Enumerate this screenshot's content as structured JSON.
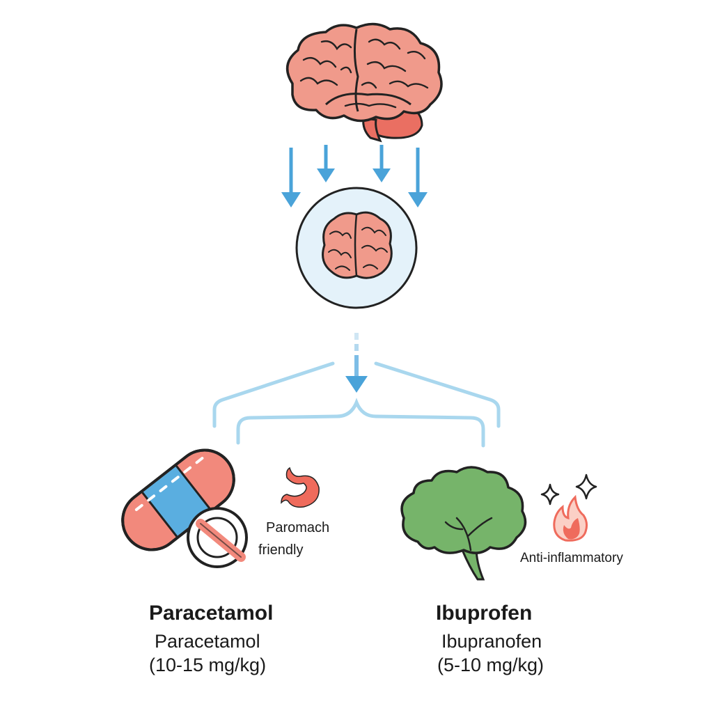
{
  "left_option": {
    "name": "Paracetamol",
    "subtitle": "Paracetamol",
    "dose": "(10-15 mg/kg)",
    "note_line1": "Paromach",
    "note_line2": "friendly"
  },
  "right_option": {
    "name": "Ibuprofen",
    "subtitle": "Ibupranofen",
    "dose": "(5-10 mg/kg)",
    "note": "Anti-inflammatory"
  },
  "colors": {
    "brain": "#ef9486",
    "arrow": "#4aa3d9",
    "bracket": "#a9d7ee",
    "circle_fill": "#e4f2fa",
    "blue_band": "#5aaee0",
    "tree": "#76b46a",
    "flame": "#ef6b5c",
    "outline": "#222222"
  },
  "icons": [
    "brain-icon",
    "down-arrow-icon",
    "brain-in-circle-icon",
    "capsule-icon",
    "stomach-icon",
    "tree-icon",
    "flame-icon",
    "sparkle-icon"
  ]
}
